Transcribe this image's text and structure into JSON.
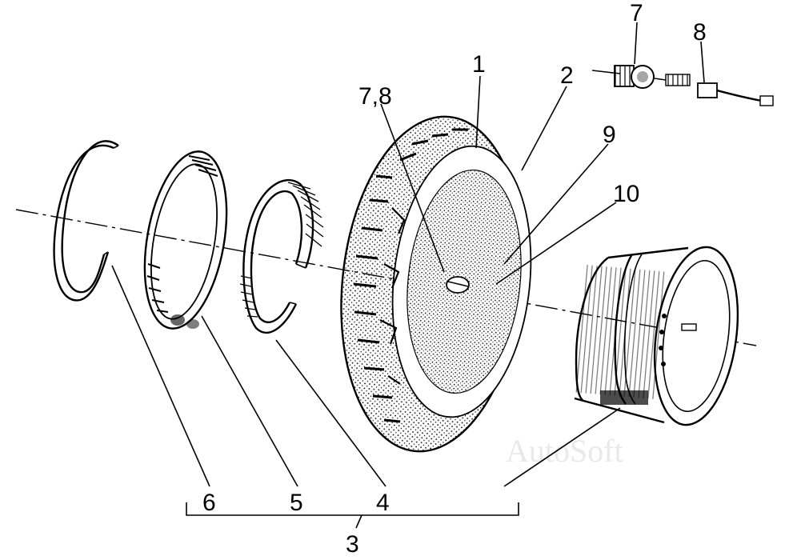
{
  "diagram": {
    "labels": {
      "l1": "1",
      "l2": "2",
      "l3": "3",
      "l4": "4",
      "l5": "5",
      "l6": "6",
      "l78": "7,8",
      "l7": "7",
      "l8": "8",
      "l9": "9",
      "l10": "10"
    },
    "watermark": "AutoSoft"
  }
}
